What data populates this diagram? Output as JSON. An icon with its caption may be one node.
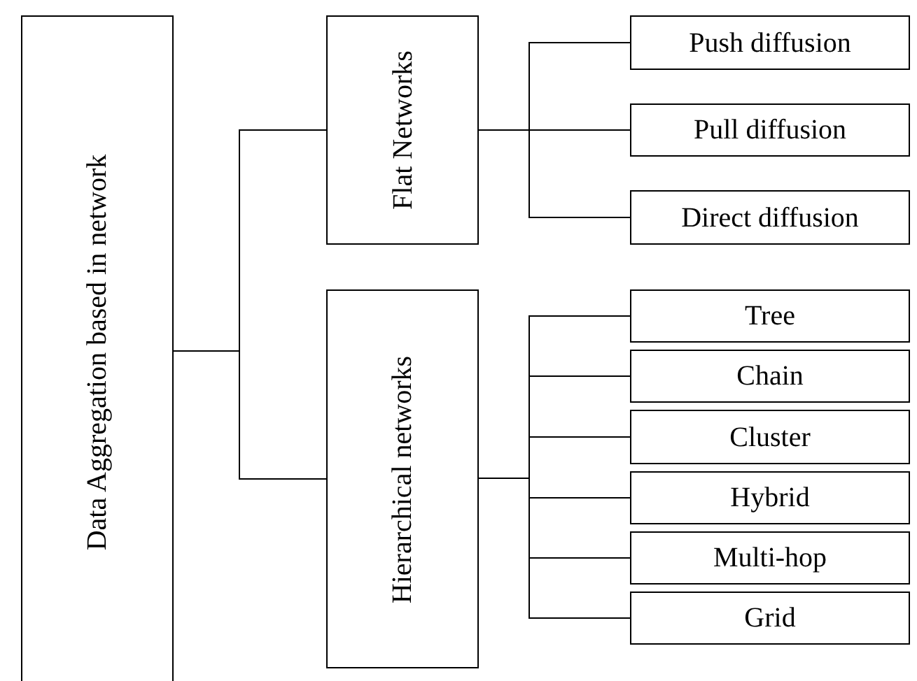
{
  "diagram": {
    "nodes": [
      {
        "text": [
          "Data Aggregation based in network"
        ]
      },
      {
        "text": [
          "Flat Networks"
        ]
      },
      {
        "text": [
          "Push diffusion"
        ]
      },
      {
        "text": [
          "Pull diffusion"
        ]
      },
      {
        "text": [
          "Direct diffusion"
        ]
      },
      {
        "text": [
          "Hierarchical networks"
        ]
      },
      {
        "text": [
          "Tree"
        ]
      },
      {
        "text": [
          "Chain"
        ]
      },
      {
        "text": [
          "Cluster"
        ]
      },
      {
        "text": [
          "Hybrid"
        ]
      },
      {
        "text": [
          "Multi-hop"
        ]
      },
      {
        "text": [
          "Grid"
        ]
      }
    ],
    "edges": [
      {
        "from": 0,
        "to": 1,
        "arrow": "none"
      },
      {
        "from": 0,
        "to": 5,
        "arrow": "none"
      },
      {
        "from": 1,
        "to": 2,
        "arrow": "none"
      },
      {
        "from": 1,
        "to": 3,
        "arrow": "none"
      },
      {
        "from": 1,
        "to": 4,
        "arrow": "none"
      },
      {
        "from": 5,
        "to": 6,
        "arrow": "none"
      },
      {
        "from": 5,
        "to": 7,
        "arrow": "none"
      },
      {
        "from": 5,
        "to": 8,
        "arrow": "none"
      },
      {
        "from": 5,
        "to": 9,
        "arrow": "none"
      },
      {
        "from": 5,
        "to": 10,
        "arrow": "none"
      },
      {
        "from": 5,
        "to": 11,
        "arrow": "none"
      }
    ]
  }
}
